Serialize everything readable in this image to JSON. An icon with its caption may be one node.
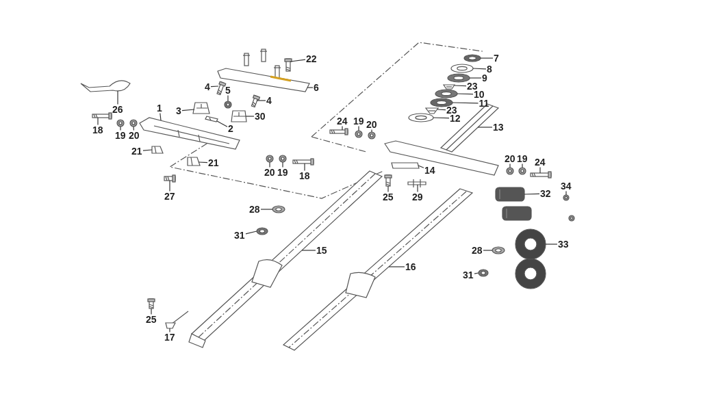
{
  "diagram": {
    "nodes": [
      {
        "text": [
          "26"
        ]
      },
      {
        "text": [
          "22"
        ]
      },
      {
        "text": [
          "6"
        ]
      },
      {
        "text": [
          "4"
        ]
      },
      {
        "text": [
          "5"
        ]
      },
      {
        "text": [
          "4"
        ]
      },
      {
        "text": [
          "3"
        ]
      },
      {
        "text": [
          "30"
        ]
      },
      {
        "text": [
          "1"
        ]
      },
      {
        "text": [
          "2"
        ]
      },
      {
        "text": [
          "18"
        ]
      },
      {
        "text": [
          "19"
        ]
      },
      {
        "text": [
          "20"
        ]
      },
      {
        "text": [
          "21"
        ]
      },
      {
        "text": [
          "21"
        ]
      },
      {
        "text": [
          "20"
        ]
      },
      {
        "text": [
          "19"
        ]
      },
      {
        "text": [
          "18"
        ]
      },
      {
        "text": [
          "27"
        ]
      },
      {
        "text": [
          "7"
        ]
      },
      {
        "text": [
          "8"
        ]
      },
      {
        "text": [
          "9"
        ]
      },
      {
        "text": [
          "23"
        ]
      },
      {
        "text": [
          "10"
        ]
      },
      {
        "text": [
          "11"
        ]
      },
      {
        "text": [
          "23"
        ]
      },
      {
        "text": [
          "12"
        ]
      },
      {
        "text": [
          "13"
        ]
      },
      {
        "text": [
          "24"
        ]
      },
      {
        "text": [
          "19"
        ]
      },
      {
        "text": [
          "20"
        ]
      },
      {
        "text": [
          "14"
        ]
      },
      {
        "text": [
          "20"
        ]
      },
      {
        "text": [
          "19"
        ]
      },
      {
        "text": [
          "24"
        ]
      },
      {
        "text": [
          "25"
        ]
      },
      {
        "text": [
          "29"
        ]
      },
      {
        "text": [
          "32"
        ]
      },
      {
        "text": [
          "34"
        ]
      },
      {
        "text": [
          "28"
        ]
      },
      {
        "text": [
          "31"
        ]
      },
      {
        "text": [
          "15"
        ]
      },
      {
        "text": [
          "33"
        ]
      },
      {
        "text": [
          "28"
        ]
      },
      {
        "text": [
          "16"
        ]
      },
      {
        "text": [
          "31"
        ]
      },
      {
        "text": [
          "25"
        ]
      },
      {
        "text": [
          "17"
        ]
      },
      {
        "text": [],
        "shape": "picture"
      },
      {
        "text": [],
        "shape": "picture"
      },
      {
        "text": [],
        "shape": "picture"
      },
      {
        "text": [],
        "shape": "picture"
      },
      {
        "text": [],
        "shape": "picture"
      },
      {
        "text": [],
        "shape": "picture"
      },
      {
        "text": [],
        "shape": "picture"
      },
      {
        "text": [],
        "shape": "picture"
      },
      {
        "text": [],
        "shape": "picture"
      },
      {
        "text": [],
        "shape": "picture"
      },
      {
        "text": [],
        "shape": "picture"
      },
      {
        "text": [],
        "shape": "picture"
      },
      {
        "text": [],
        "shape": "picture"
      },
      {
        "text": [],
        "shape": "picture"
      },
      {
        "text": [],
        "shape": "picture"
      },
      {
        "text": [],
        "shape": "picture"
      },
      {
        "text": [],
        "shape": "picture"
      },
      {
        "text": [],
        "shape": "picture"
      },
      {
        "text": [],
        "shape": "picture"
      },
      {
        "text": [],
        "shape": "picture"
      },
      {
        "text": [],
        "shape": "picture"
      },
      {
        "text": [],
        "shape": "picture"
      },
      {
        "text": [],
        "shape": "picture"
      },
      {
        "text": [],
        "shape": "picture"
      },
      {
        "text": [],
        "shape": "picture"
      },
      {
        "text": [],
        "shape": "picture"
      },
      {
        "text": [],
        "shape": "picture"
      },
      {
        "text": [],
        "shape": "picture"
      },
      {
        "text": [],
        "shape": "picture"
      },
      {
        "text": [],
        "shape": "picture"
      },
      {
        "text": [],
        "shape": "picture"
      },
      {
        "text": [],
        "shape": "picture"
      },
      {
        "text": [],
        "shape": "picture"
      },
      {
        "text": [],
        "shape": "picture"
      },
      {
        "text": [],
        "shape": "picture"
      },
      {
        "text": [],
        "shape": "picture"
      },
      {
        "text": [],
        "shape": "picture"
      },
      {
        "text": [],
        "shape": "picture"
      },
      {
        "text": [],
        "shape": "picture"
      },
      {
        "text": [],
        "shape": "picture"
      },
      {
        "text": [],
        "shape": "picture"
      },
      {
        "text": [],
        "shape": "picture"
      },
      {
        "text": [],
        "shape": "picture"
      },
      {
        "text": [],
        "shape": "picture"
      },
      {
        "text": [],
        "shape": "picture"
      },
      {
        "text": [],
        "shape": "picture"
      },
      {
        "text": [],
        "shape": "picture"
      },
      {
        "text": [],
        "shape": "picture"
      }
    ],
    "edges": [
      {
        "from": 0,
        "to": 48,
        "arrow": "none"
      },
      {
        "from": 1,
        "to": 49,
        "arrow": "none"
      },
      {
        "from": 2,
        "to": 50,
        "arrow": "none"
      },
      {
        "from": 3,
        "to": 51,
        "arrow": "none"
      },
      {
        "from": 4,
        "to": 52,
        "arrow": "none"
      },
      {
        "from": 5,
        "to": 53,
        "arrow": "none"
      },
      {
        "from": 6,
        "to": 54,
        "arrow": "none"
      },
      {
        "from": 7,
        "to": 55,
        "arrow": "none"
      },
      {
        "from": 8,
        "to": 56,
        "arrow": "none"
      },
      {
        "from": 9,
        "to": 57,
        "arrow": "none"
      },
      {
        "from": 10,
        "to": 58,
        "arrow": "none"
      },
      {
        "from": 11,
        "to": 59,
        "arrow": "none"
      },
      {
        "from": 12,
        "to": 60,
        "arrow": "none"
      },
      {
        "from": 13,
        "to": 61,
        "arrow": "none"
      },
      {
        "from": 14,
        "to": 62,
        "arrow": "none"
      },
      {
        "from": 15,
        "to": 63,
        "arrow": "none"
      },
      {
        "from": 16,
        "to": 64,
        "arrow": "none"
      },
      {
        "from": 17,
        "to": 65,
        "arrow": "none"
      },
      {
        "from": 18,
        "to": 66,
        "arrow": "none"
      },
      {
        "from": 19,
        "to": 67,
        "arrow": "none"
      },
      {
        "from": 20,
        "to": 68,
        "arrow": "none"
      },
      {
        "from": 21,
        "to": 69,
        "arrow": "none"
      },
      {
        "from": 22,
        "to": 70,
        "arrow": "none"
      },
      {
        "from": 23,
        "to": 71,
        "arrow": "none"
      },
      {
        "from": 24,
        "to": 72,
        "arrow": "none"
      },
      {
        "from": 25,
        "to": 73,
        "arrow": "none"
      },
      {
        "from": 26,
        "to": 74,
        "arrow": "none"
      },
      {
        "from": 27,
        "to": 75,
        "arrow": "none"
      },
      {
        "from": 28,
        "to": 76,
        "arrow": "none"
      },
      {
        "from": 29,
        "to": 77,
        "arrow": "none"
      },
      {
        "from": 30,
        "to": 78,
        "arrow": "none"
      },
      {
        "from": 31,
        "to": 79,
        "arrow": "none"
      },
      {
        "from": 32,
        "to": 80,
        "arrow": "none"
      },
      {
        "from": 33,
        "to": 81,
        "arrow": "none"
      },
      {
        "from": 34,
        "to": 82,
        "arrow": "none"
      },
      {
        "from": 35,
        "to": 83,
        "arrow": "none"
      },
      {
        "from": 36,
        "to": 84,
        "arrow": "none"
      },
      {
        "from": 37,
        "to": 85,
        "arrow": "none"
      },
      {
        "from": 38,
        "to": 86,
        "arrow": "none"
      },
      {
        "from": 39,
        "to": 87,
        "arrow": "none"
      },
      {
        "from": 40,
        "to": 88,
        "arrow": "none"
      },
      {
        "from": 41,
        "to": 89,
        "arrow": "none"
      },
      {
        "from": 42,
        "to": 90,
        "arrow": "none"
      },
      {
        "from": 43,
        "to": 91,
        "arrow": "none"
      },
      {
        "from": 44,
        "to": 92,
        "arrow": "none"
      },
      {
        "from": 45,
        "to": 93,
        "arrow": "none"
      },
      {
        "from": 46,
        "to": 94,
        "arrow": "none"
      },
      {
        "from": 47,
        "to": 95,
        "arrow": "none"
      }
    ]
  }
}
